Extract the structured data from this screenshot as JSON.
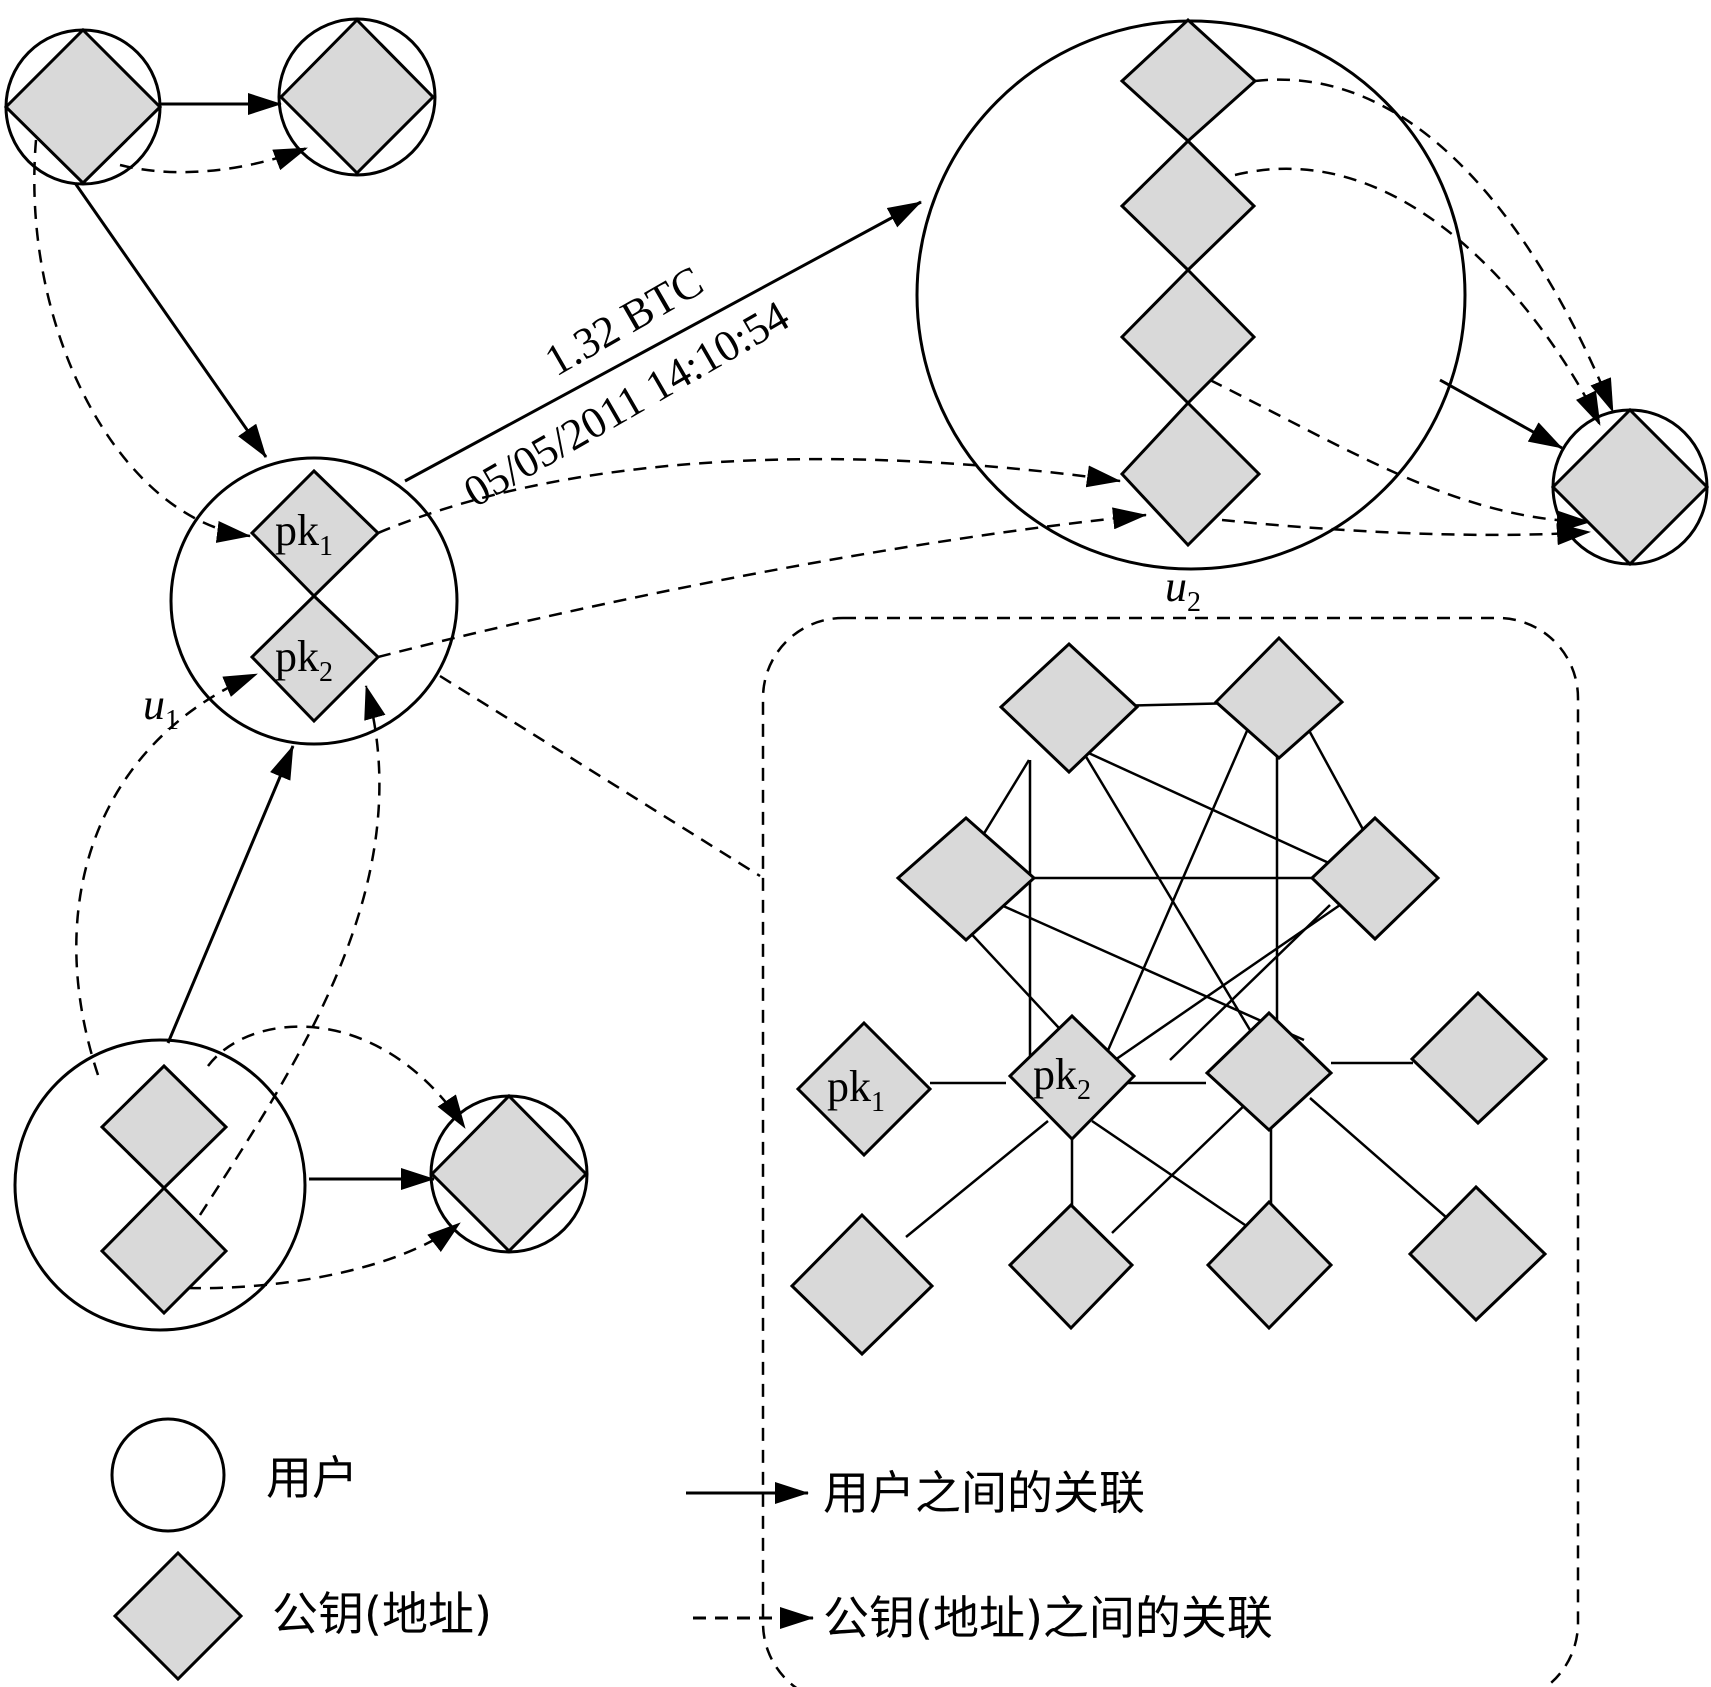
{
  "transaction": {
    "amount": "1.32 BTC",
    "timestamp": "05/05/2011 14:10:54"
  },
  "users": {
    "u1": {
      "name": "u",
      "sub": "1"
    },
    "u2": {
      "name": "u",
      "sub": "2"
    }
  },
  "keys": {
    "pk1": {
      "name": "pk",
      "sub": "1"
    },
    "pk2": {
      "name": "pk",
      "sub": "2"
    }
  },
  "legend": {
    "user": "用户",
    "pubkey": "公钥(地址)",
    "user_link": "用户之间的关联",
    "pubkey_link": "公钥(地址)之间的关联"
  },
  "colors": {
    "diamond_fill": "#d9d9d9",
    "stroke": "#000000",
    "background": "#ffffff"
  }
}
